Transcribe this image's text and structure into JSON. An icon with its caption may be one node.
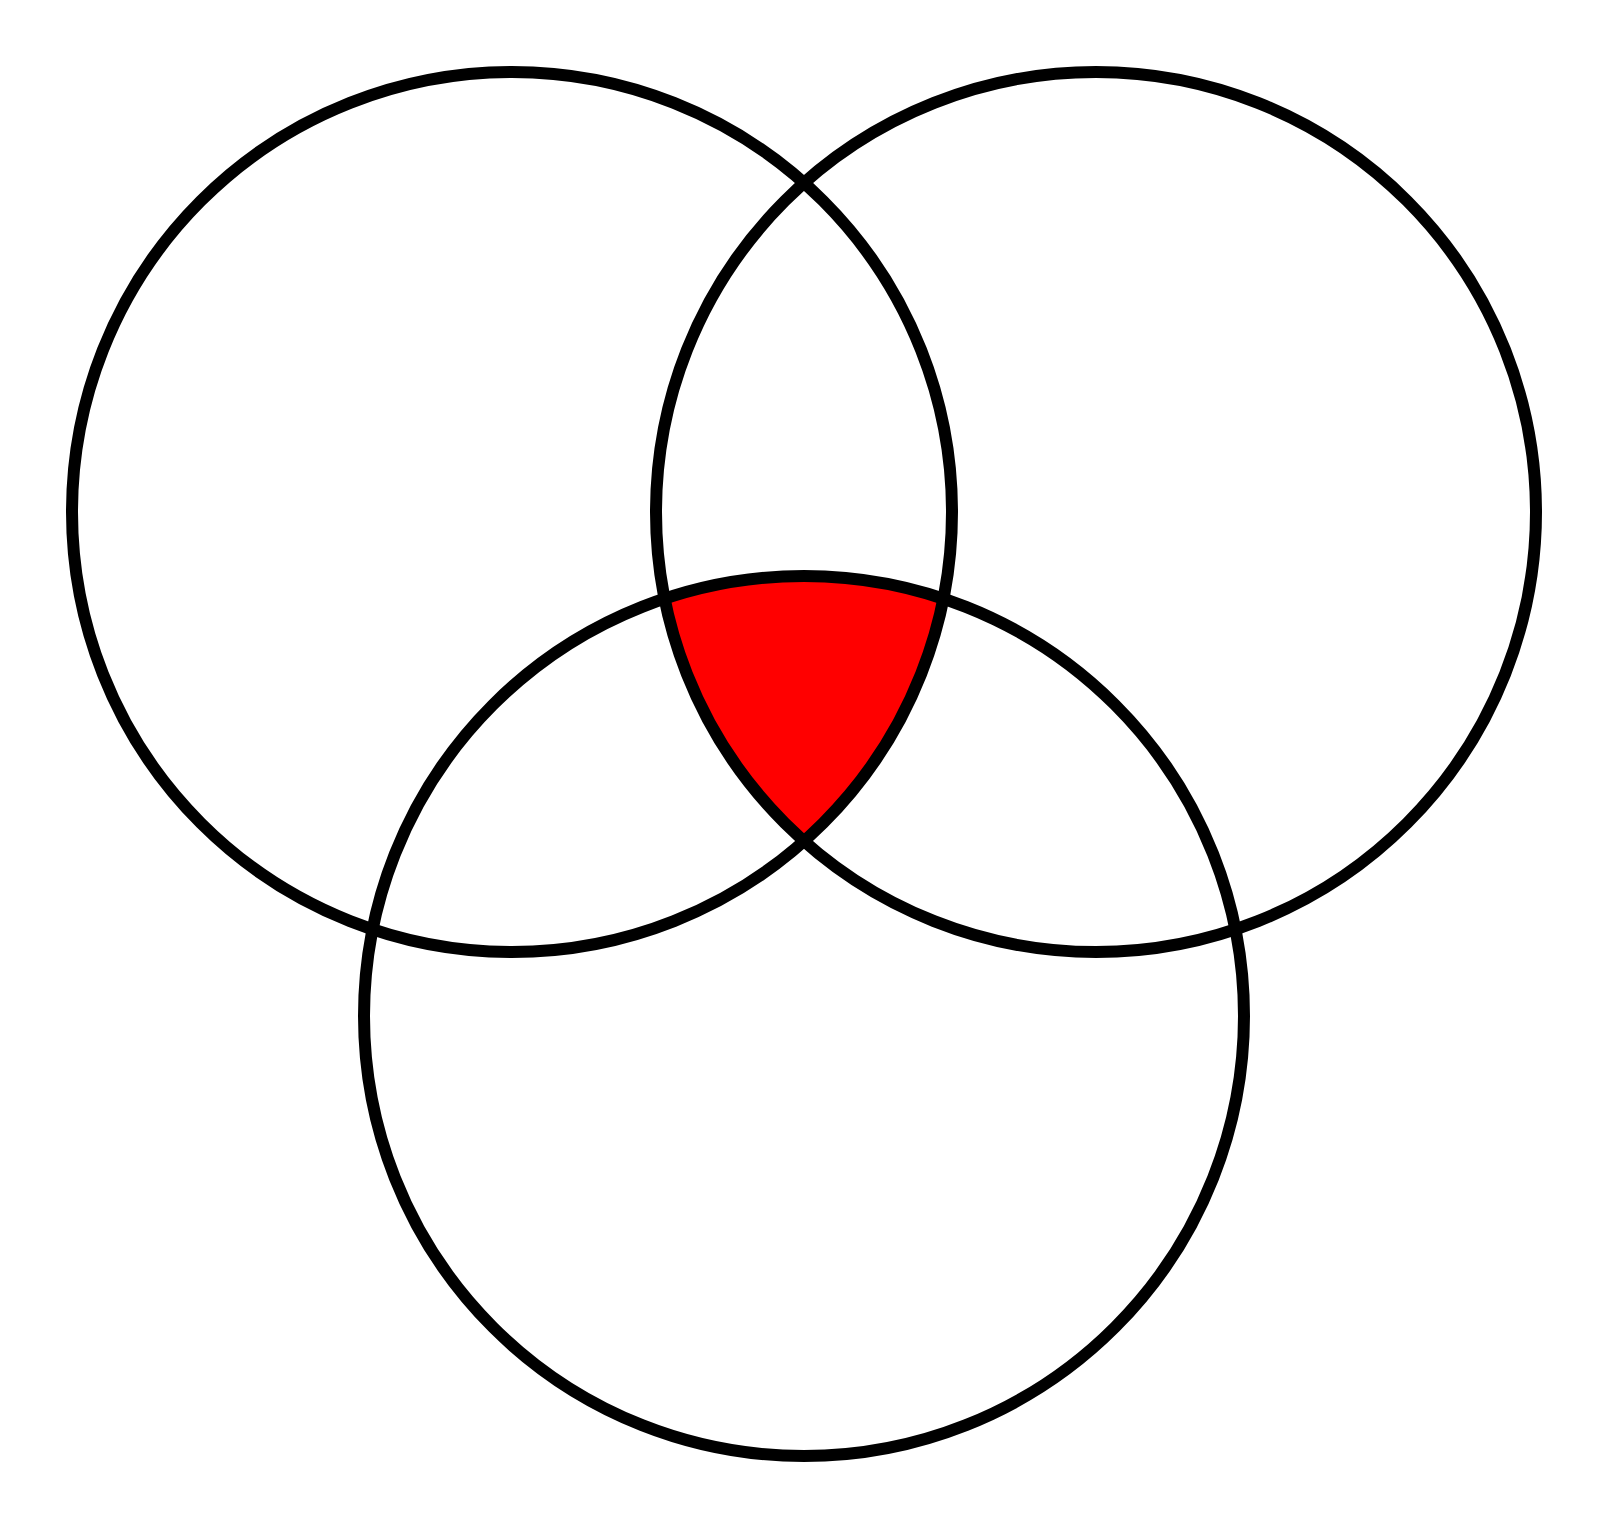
{
  "diagram": {
    "nodes": [
      {
        "text": [],
        "shape": "circle"
      },
      {
        "text": [],
        "shape": "circle"
      },
      {
        "text": [],
        "shape": "circle"
      },
      {
        "text": [],
        "shape": "triangle"
      }
    ]
  }
}
